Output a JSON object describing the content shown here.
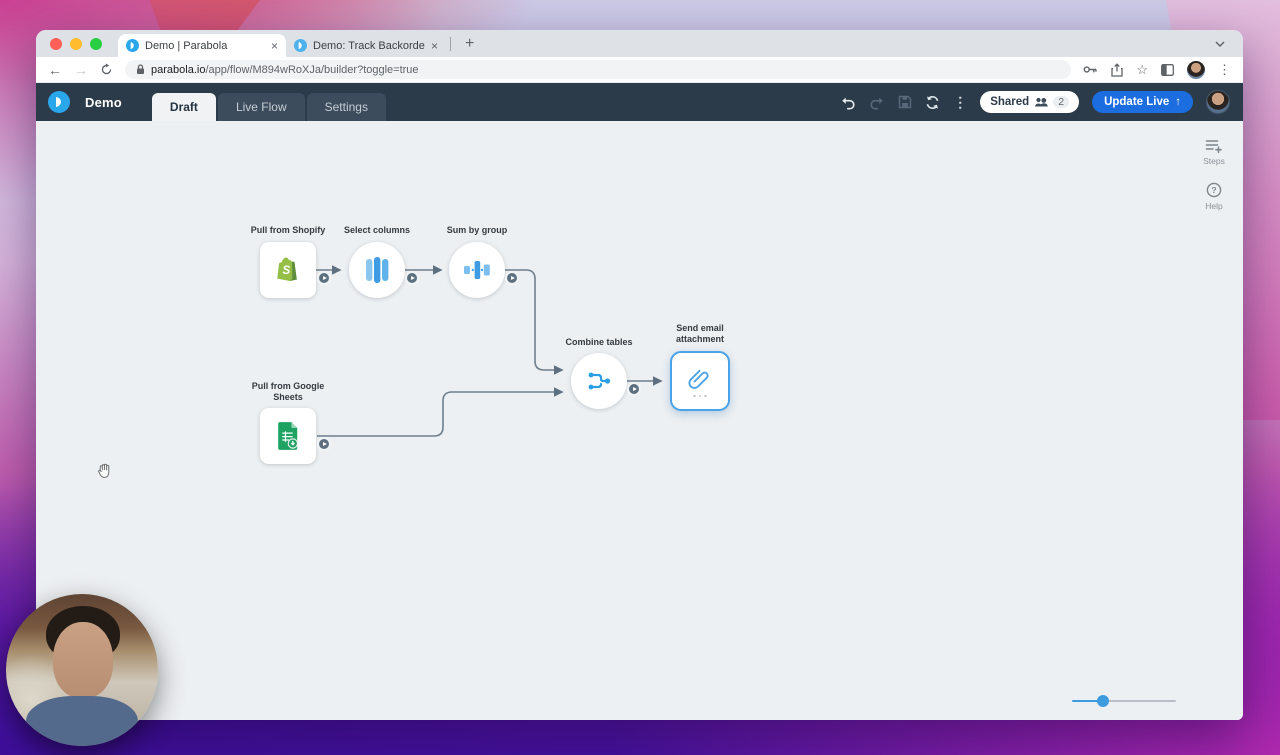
{
  "browser": {
    "tabs": [
      {
        "title": "Demo | Parabola",
        "close": "×"
      },
      {
        "title": "Demo: Track Backordered SKU",
        "close": "×"
      }
    ],
    "new_tab_label": "+",
    "url": {
      "domain": "parabola.io",
      "path": "/app/flow/M894wRoXJa/builder?toggle=true"
    }
  },
  "app_bar": {
    "flow_name": "Demo",
    "nav_tabs": [
      {
        "label": "Draft",
        "active": true
      },
      {
        "label": "Live Flow",
        "active": false
      },
      {
        "label": "Settings",
        "active": false
      }
    ],
    "shared": {
      "label": "Shared",
      "count": "2"
    },
    "update_live": {
      "label": "Update Live",
      "arrow": "↑"
    },
    "colors": {
      "bar": "#2c3b4a",
      "update_live_bg": "#1b6de0",
      "logo_blue": "#2aa7ea"
    }
  },
  "canvas": {
    "background": "#edf0f2",
    "nodes": [
      {
        "id": "pull-shopify",
        "label": "Pull from Shopify",
        "shape": "card",
        "icon": "shopify-icon"
      },
      {
        "id": "select-columns",
        "label": "Select columns",
        "shape": "circle",
        "icon": "columns-icon"
      },
      {
        "id": "sum-by-group",
        "label": "Sum by group",
        "shape": "circle",
        "icon": "sum-bars-icon"
      },
      {
        "id": "pull-google-sheets",
        "label": "Pull from Google Sheets",
        "shape": "card",
        "icon": "google-sheets-icon"
      },
      {
        "id": "combine-tables",
        "label": "Combine tables",
        "shape": "circle",
        "icon": "merge-icon"
      },
      {
        "id": "send-email-attachment",
        "label": "Send email attachment",
        "shape": "card-selected",
        "icon": "paperclip-icon"
      }
    ],
    "edges": [
      {
        "from": "pull-shopify",
        "to": "select-columns"
      },
      {
        "from": "select-columns",
        "to": "sum-by-group"
      },
      {
        "from": "sum-by-group",
        "to": "combine-tables"
      },
      {
        "from": "pull-google-sheets",
        "to": "combine-tables"
      },
      {
        "from": "combine-tables",
        "to": "send-email-attachment"
      }
    ],
    "rail": {
      "steps_label": "Steps",
      "help_label": "Help"
    },
    "node_colors": {
      "accent_blue": "#4aa3e8",
      "shopify_green": "#95bf47",
      "sheets_green": "#1ea362",
      "edge_gray": "#6f7f8d"
    }
  }
}
